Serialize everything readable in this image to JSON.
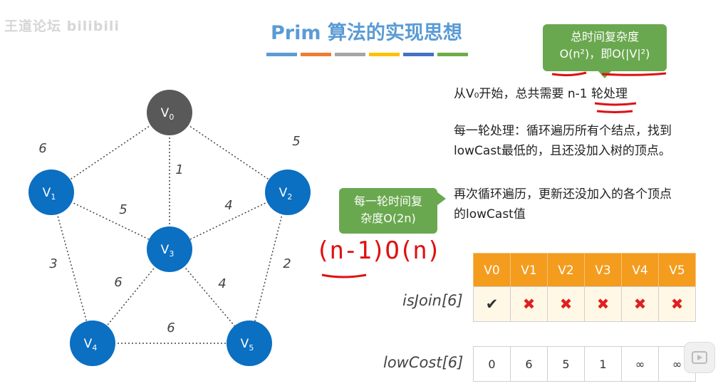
{
  "watermark": "王道论坛 bilibili",
  "title": "Prim 算法的实现思想",
  "title_bar_colors": [
    "#5a9bd5",
    "#ed7d31",
    "#a5a5a5",
    "#ffc000",
    "#4472c4",
    "#70ad47"
  ],
  "graph": {
    "vertices": [
      {
        "id": "V0",
        "main": "V",
        "sub": "0",
        "color": "#595959"
      },
      {
        "id": "V1",
        "main": "V",
        "sub": "1",
        "color": "#0b6fc2"
      },
      {
        "id": "V2",
        "main": "V",
        "sub": "2",
        "color": "#0b6fc2"
      },
      {
        "id": "V3",
        "main": "V",
        "sub": "3",
        "color": "#0b6fc2"
      },
      {
        "id": "V4",
        "main": "V",
        "sub": "4",
        "color": "#0b6fc2"
      },
      {
        "id": "V5",
        "main": "V",
        "sub": "5",
        "color": "#0b6fc2"
      }
    ],
    "edges": [
      {
        "from": "V0",
        "to": "V1",
        "weight": "6"
      },
      {
        "from": "V0",
        "to": "V2",
        "weight": "5"
      },
      {
        "from": "V0",
        "to": "V3",
        "weight": "1"
      },
      {
        "from": "V1",
        "to": "V3",
        "weight": "5"
      },
      {
        "from": "V2",
        "to": "V3",
        "weight": "4"
      },
      {
        "from": "V1",
        "to": "V4",
        "weight": "3"
      },
      {
        "from": "V2",
        "to": "V5",
        "weight": "2"
      },
      {
        "from": "V3",
        "to": "V4",
        "weight": "6"
      },
      {
        "from": "V3",
        "to": "V5",
        "weight": "4"
      },
      {
        "from": "V4",
        "to": "V5",
        "weight": "6"
      }
    ]
  },
  "callouts": {
    "total_line1": "总时间复杂度",
    "total_line2": "O(n²)，即O(|V|²)",
    "round_line1": "每一轮时间复",
    "round_line2": "杂度O(2n)",
    "color": "#6aa84f"
  },
  "description": {
    "step1": "从V₀开始，总共需要 n-1 轮处理",
    "step2": "每一轮处理：循环遍历所有个结点，找到lowCast最低的，且还没加入树的顶点。",
    "step3": "再次循环遍历，更新还没加入的各个顶点的lowCast值"
  },
  "handwriting": "(n-1)O(n)",
  "table": {
    "headers": [
      "V0",
      "V1",
      "V2",
      "V3",
      "V4",
      "V5"
    ],
    "isjoin_label": "isJoin[6]",
    "isjoin_values": [
      "✔",
      "✖",
      "✖",
      "✖",
      "✖",
      "✖"
    ],
    "lowcost_label": "lowCost[6]",
    "lowcost_values": [
      "0",
      "6",
      "5",
      "1",
      "∞",
      "∞"
    ],
    "header_color": "#f39c1e",
    "check_color": "#333333",
    "cross_color": "#e02020"
  }
}
